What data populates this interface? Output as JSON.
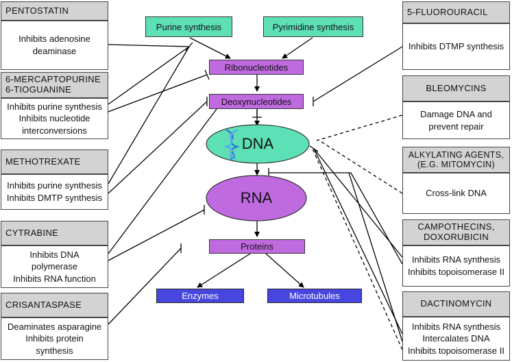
{
  "colors": {
    "synthesis_box": "#5ee0b7",
    "dna_ellipse": "#5ee0b7",
    "pathway_box": "#c06ae0",
    "rna_ellipse": "#c06ae0",
    "product_box": "#4747e0",
    "drug_header": "#d3d3d3",
    "line": "#000000"
  },
  "pathway": {
    "purine_synthesis": "Purine synthesis",
    "pyrimidine_synthesis": "Pyrimidine synthesis",
    "ribonucleotides": "Ribonucleotides",
    "deoxynucleotides": "Deoxynucleotides",
    "dna": "DNA",
    "rna": "RNA",
    "proteins": "Proteins",
    "enzymes": "Enzymes",
    "microtubules": "Microtubules"
  },
  "drugs": {
    "pentostatin": {
      "name": "PENTOSTATIN",
      "action": "Inhibits adenosine\ndeaminase"
    },
    "mercaptopurine": {
      "name": "6-MERCAPTOPURINE\n6-TIOGUANINE",
      "action": "Inhibits purine synthesis\nInhibits nucleotide\ninterconversions"
    },
    "methotrexate": {
      "name": "METHOTREXATE",
      "action": "Inhibits purine synthesis\nInhibits DMTP synthesis"
    },
    "cytrabine": {
      "name": "CYTRABINE",
      "action": "Inhibits DNA\npolymerase\nInhibits RNA function"
    },
    "crisantaspase": {
      "name": "CRISANTASPASE",
      "action": "Deaminates asparagine\nInhibits protein\nsynthesis"
    },
    "fluorouracil": {
      "name": "5-FLUOROURACIL",
      "action": "Inhibits DTMP synthesis"
    },
    "bleomycins": {
      "name": "BLEOMYCINS",
      "action": "Damage DNA and\nprevent repair"
    },
    "alkylating": {
      "name": "ALKYLATING AGENTS,\n(E.G. MITOMYCIN)",
      "action": "Cross-link DNA"
    },
    "campothecins": {
      "name": "CAMPOTHECINS,\nDOXORUBICIN",
      "action": "Inhibits RNA synthesis\nInhibits topoisomerase II"
    },
    "dactinomycin": {
      "name": "DACTINOMYCIN",
      "action": "Inhibits RNA synthesis\nIntercalates DNA\nInhibits topoisomerase II"
    }
  }
}
